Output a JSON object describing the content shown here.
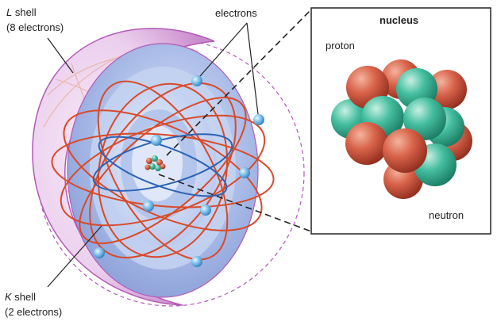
{
  "labels": {
    "l_shell_letter": "L",
    "l_shell_word": "shell",
    "l_shell_count": "(8 electrons)",
    "k_shell_letter": "K",
    "k_shell_word": "shell",
    "k_shell_count": "(2 electrons)",
    "electrons": "electrons",
    "nucleus": "nucleus",
    "proton": "proton",
    "neutron": "neutron"
  },
  "colors": {
    "l_shell": "#d9a6dd",
    "k_shell": "#9fb5e6",
    "orbit": "#d84a2a",
    "inner_orbit": "#2c63b5",
    "electron": "#7bbde6",
    "proton": "#d0583f",
    "neutron": "#3bb89a"
  },
  "icons": [
    "atom-diagram",
    "nucleus-cluster"
  ]
}
